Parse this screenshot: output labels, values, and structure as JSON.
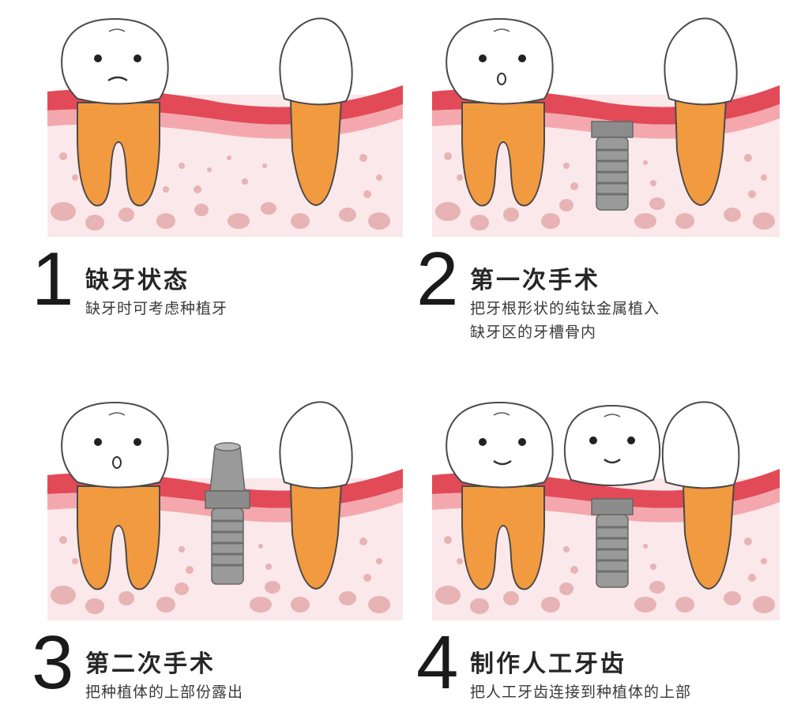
{
  "colors": {
    "gum_stripe": "#e24a58",
    "gum_light": "#f4a8ae",
    "tissue": "#fbe8ea",
    "bone_dots": "#e7b3b5",
    "root": "#f29a3f",
    "root_light": "#f6b463",
    "crown": "#ffffff",
    "outline": "#4a4a4a",
    "implant": "#8c8c8c"
  },
  "steps": [
    {
      "number": "1",
      "title": "缺牙状态",
      "desc": [
        "缺牙时可考虑种植牙"
      ]
    },
    {
      "number": "2",
      "title": "第一次手术",
      "desc": [
        "把牙根形状的纯钛金属植入",
        "缺牙区的牙槽骨内"
      ]
    },
    {
      "number": "3",
      "title": "第二次手术",
      "desc": [
        "把种植体的上部份露出"
      ]
    },
    {
      "number": "4",
      "title": "制作人工牙齿",
      "desc": [
        "把人工牙齿连接到种植体的上部"
      ]
    }
  ]
}
